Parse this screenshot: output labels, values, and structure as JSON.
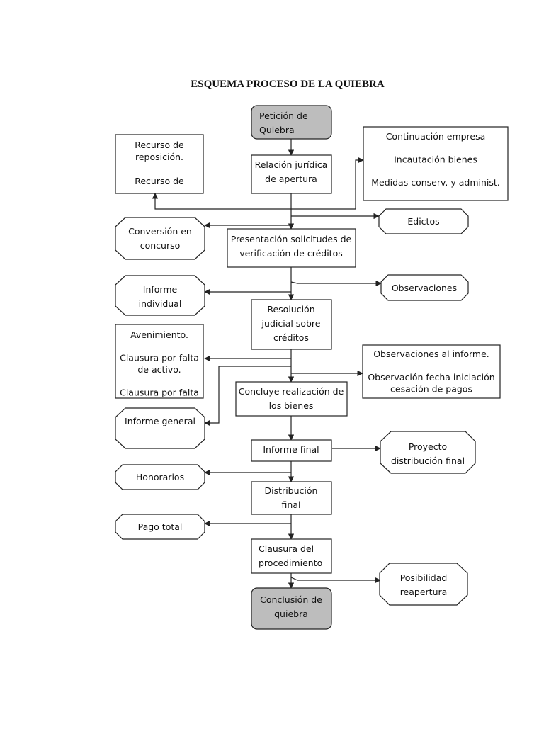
{
  "diagram": {
    "title": "ESQUEMA PROCESO DE LA QUIEBRA",
    "nodes": {
      "peticion": [
        "Petición de",
        "Quiebra"
      ],
      "recurso": [
        "Recurso de",
        "reposición.",
        "",
        "Recurso de"
      ],
      "relacion": [
        "Relación jurídica",
        "de apertura"
      ],
      "continuacion": [
        "Continuación empresa",
        "",
        "Incautación bienes",
        "",
        "Medidas conserv. y administ."
      ],
      "edictos": [
        "Edictos"
      ],
      "conversion": [
        "Conversión en",
        "concurso"
      ],
      "presentacion": [
        "Presentación solicitudes de",
        "verificación de créditos"
      ],
      "observaciones": [
        "Observaciones"
      ],
      "informe_ind": [
        "Informe",
        "individual"
      ],
      "resolucion": [
        "Resolución",
        "judicial sobre",
        "créditos"
      ],
      "avenimiento": [
        "Avenimiento.",
        "",
        "Clausura por falta",
        "de activo.",
        "",
        "Clausura por falta"
      ],
      "obs_informe": [
        "Observaciones al informe.",
        "",
        "Observación fecha iniciación",
        "cesación de pagos"
      ],
      "concluye": [
        "Concluye realización de",
        "los bienes"
      ],
      "informe_gen": [
        "Informe general"
      ],
      "informe_final": [
        "Informe final"
      ],
      "proyecto": [
        "Proyecto",
        "distribución final"
      ],
      "honorarios": [
        "Honorarios"
      ],
      "distribucion": [
        "Distribución",
        "final"
      ],
      "pago": [
        "Pago total"
      ],
      "clausura": [
        "Clausura del",
        "procedimiento"
      ],
      "posibilidad": [
        "Posibilidad",
        "reapertura"
      ],
      "conclusion": [
        "Conclusión de",
        "quiebra"
      ]
    }
  }
}
